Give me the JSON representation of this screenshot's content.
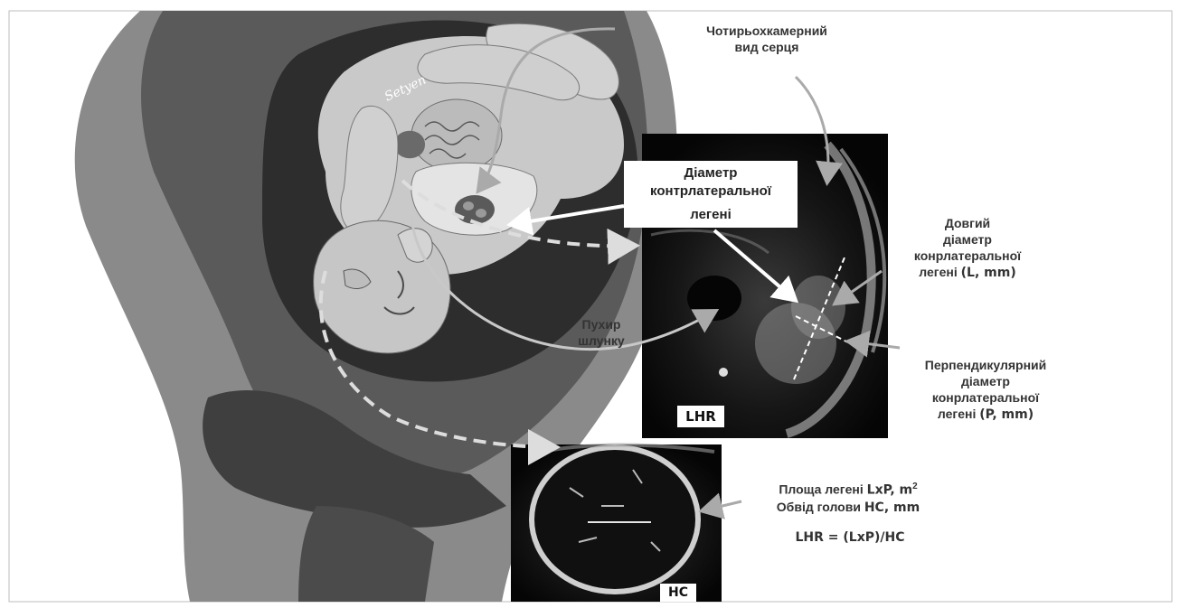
{
  "labels": {
    "four_chamber_line1": "Чотирьохкамерний",
    "four_chamber_line2": "вид серця",
    "contralateral_line1": "Діаметр",
    "contralateral_line2": "контрлатеральної",
    "contralateral_line3": "легені",
    "long_diam_line1": "Довгий",
    "long_diam_line2": "діаметр",
    "long_diam_line3": "конрлатеральної",
    "long_diam_line4_text": "легені ",
    "long_diam_line4_unit": "(L, mm)",
    "stomach_line1": "Пухир",
    "stomach_line2": "шлунку",
    "perp_line1": "Перпендикулярний",
    "perp_line2": "діаметр",
    "perp_line3": "конрлатеральної",
    "perp_line4_text": "легені ",
    "perp_line4_unit": "(P, mm)",
    "area_text": "Площа легені ",
    "area_formula": "LxP, m",
    "area_sup": "2",
    "head_text": "Обвід голови ",
    "head_formula": "HC, mm",
    "formula": "LHR = (LxP)/HC",
    "lhr_badge": "LHR",
    "hc_badge": "HC",
    "signature": "Setyen"
  },
  "colors": {
    "body_dark": "#4a4a4a",
    "body_mid": "#7a7a7a",
    "fetus_light": "#c7c7c7",
    "ultrasound_bg": "#0d0d0d",
    "arrow_white": "#ffffff",
    "arrow_gray": "#aaaaaa",
    "label_text": "#333333"
  }
}
